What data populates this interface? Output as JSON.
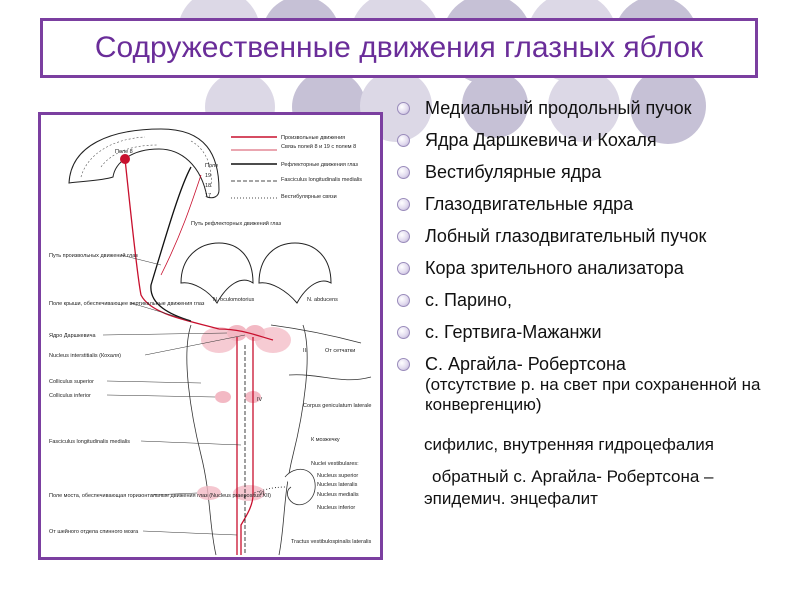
{
  "slide": {
    "title": "Содружественные движения глазных яблок",
    "bullets": [
      {
        "text": "Медиальный продольный пучок"
      },
      {
        "text": "Ядра Даршкевича и Кохаля"
      },
      {
        "text": "Вестибулярные ядра"
      },
      {
        "text": "Глазодвигательные ядра"
      },
      {
        "text": "Лобный глазодвигательный пучок"
      },
      {
        "text": "Кора зрительного анализатора"
      },
      {
        "text": "с. Парино,"
      },
      {
        "text": "с. Гертвига-Мажанжи"
      },
      {
        "text": "С. Аргайла- Робертсона",
        "sub": "(отсутствие р. на свет при сохраненной на конвергенцию)"
      }
    ],
    "notes": [
      "сифилис, внутренняя гидроцефалия",
      "обратный с. Аргайла- Робертсона – эпидемич. энцефалит"
    ]
  },
  "figure": {
    "legend": [
      "Произвольные движения",
      "Связь полей 8 и 19 с полем 8",
      "Рефлекторные движения глаз",
      "Fasciculus longitudinalis medialis",
      "Вестибулярные связи"
    ],
    "labels": {
      "field8": "Поле 8",
      "field_list": [
        "Поле",
        "19",
        "18",
        "17"
      ],
      "reflex_path": "Путь рефлекторных движений глаз",
      "voluntary_path": "Путь произвольных движений глаз",
      "tectum": "Поле крыши, обеспечивающее вертикальные движения глаз",
      "darkschewitsch": "Ядро Даршкевича",
      "cajal": "Nucleus interstitialis (Кохаля)",
      "colliculus_superior": "Colliculus superior",
      "colliculus_inferior": "Colliculus inferior",
      "flm": "Fasciculus longitudinalis medialis",
      "pons": "Поле моста, обеспечивающая горизонтальные движения глаз (Nucleus praepositus XII)",
      "cervical": "От шейного отдела спинного мозга",
      "oculomotorius": "N. oculomotorius",
      "abducens": "N. abducens",
      "retina": "От сетчатки",
      "geniculatum": "Corpus geniculatum laterale",
      "cerebellum": "К мозжечку",
      "vestibular": "Nuclei vestibulares:",
      "vest_sup": "Nucleus superior",
      "vest_lat": "Nucleus lateralis",
      "vest_med": "Nucleus medialis",
      "vest_inf": "Nucleus inferior",
      "tractus": "Tractus vestibulospinalis lateralis",
      "III": "III",
      "IV": "IV",
      "VI": "VI"
    }
  },
  "colors": {
    "accent": "#7b3fa0",
    "title": "#6a2d99",
    "pathway_red": "#c8102e",
    "nucleus_pink": "#f3b9c4"
  }
}
